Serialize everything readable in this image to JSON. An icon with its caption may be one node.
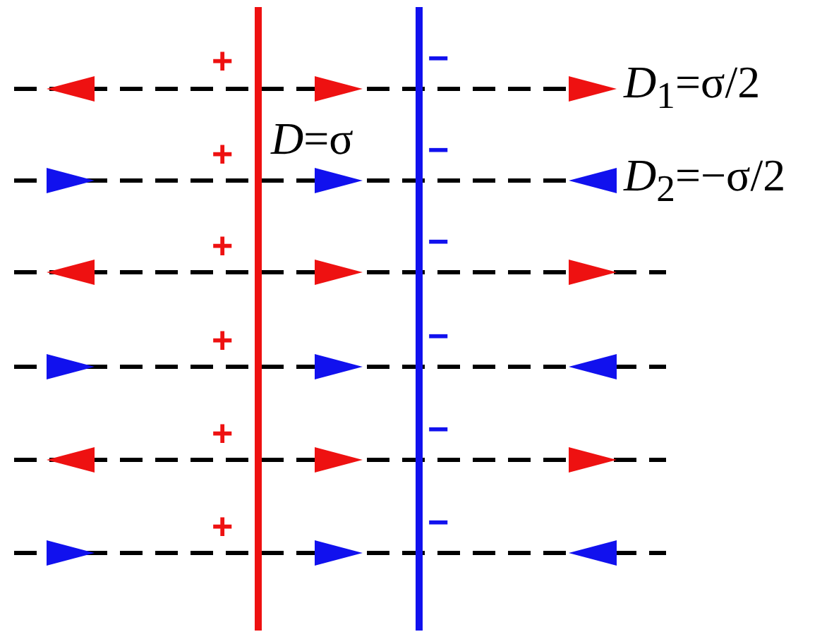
{
  "diagram": {
    "labels": [
      "+",
      "−",
      "*D*$_{1}$=σ/2",
      "+",
      "*D*=σ",
      "−",
      "*D*$_{2}$=−σ/2",
      "+",
      "−",
      "+",
      "−",
      "+",
      "−",
      "+",
      "−"
    ]
  }
}
